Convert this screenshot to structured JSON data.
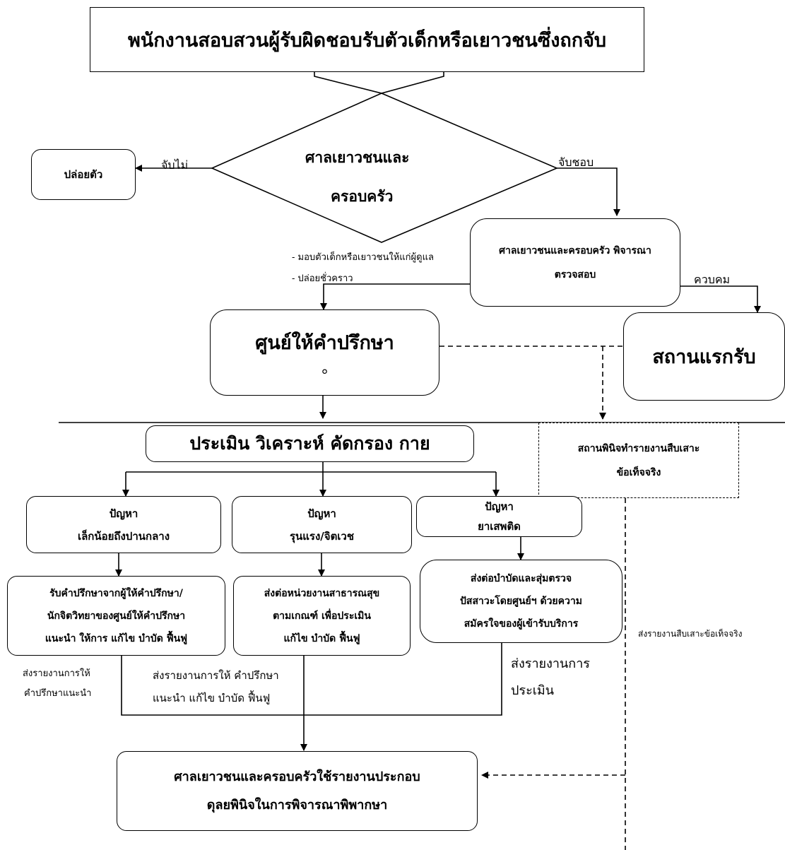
{
  "top": {
    "title": "พนักงานสอบสวนผู้รับผิดชอบรับตัวเด็กหรือเยาวชนซึ่งถกจับ"
  },
  "court": {
    "line1": "ศาลเยาวชนและ",
    "line2": "ครอบครัว"
  },
  "release": {
    "label": "ปล่อยตัว",
    "edge_label": "จับไม่"
  },
  "catch_edge_label": "จับชอบ",
  "examine": {
    "line1": "ศาลเยาวชนและครอบครัว พิจารณา",
    "line2": "ตรวจสอบ"
  },
  "interim_notes": [
    "- มอบตัวเด็กหรือเยาวชนให้แก่ผู้ดูแล",
    "- ปล่อยชั่วคราว"
  ],
  "control_edge_label": "ควบคม",
  "counsel_center": {
    "title": "ศูนย์ให้คำปรึกษา",
    "mark": "๐"
  },
  "shelter": {
    "title": "สถานแรกรับ"
  },
  "assess": {
    "title": "ประเมิน วิเคราะห์ คัดกรอง กาย"
  },
  "probation": {
    "line1": "สถานพินิจทำรายงานสืบเสาะ",
    "line2": "ข้อเท็จจริง"
  },
  "problems": [
    {
      "line1": "ปัญหา",
      "line2": "เล็กน้อยถึงปานกลาง"
    },
    {
      "line1": "ปัญหา",
      "line2": "รุนแรง/จิตเวช"
    },
    {
      "line1": "ปัญหา",
      "line2": "ยาเสพติด"
    }
  ],
  "actions": [
    {
      "lines": [
        "รับคำปรึกษาจากผู้ให้คำปรึกษา/",
        "นักจิตวิทยาของศูนย์ให้คำปรึกษา",
        "แนะนำ ให้การ แก้ไข บำบัด ฟื้นฟู"
      ]
    },
    {
      "lines": [
        "ส่งต่อหน่วยงานสาธารณสุข",
        "ตามเกณฑ์ เพื่อประเมิน",
        "แก้ไข บำบัด ฟื้นฟู"
      ]
    },
    {
      "lines": [
        "ส่งต่อบำบัดและสุ่มตรวจ",
        "ปัสสาวะโดยศูนย์ฯ ด้วยความ",
        "สมัครใจของผู้เข้ารับบริการ"
      ]
    }
  ],
  "reports": {
    "left": [
      "ส่งรายงานการให้",
      "คำปรึกษาแนะนำ"
    ],
    "middle": [
      "ส่งรายงานการให้ คำปรึกษา",
      "แนะนำ แก้ไข บำบัด ฟื้นฟู"
    ],
    "right": [
      "ส่งรายงานการ",
      "ประเมิน"
    ],
    "fact": "ส่งรายงานสืบเสาะข้อเท็จจริง"
  },
  "final": {
    "line1": "ศาลเยาวชนและครอบครัวใช้รายงานประกอบ",
    "line2": "ดุลยพินิจในการพิจารณาพิพากษา"
  }
}
